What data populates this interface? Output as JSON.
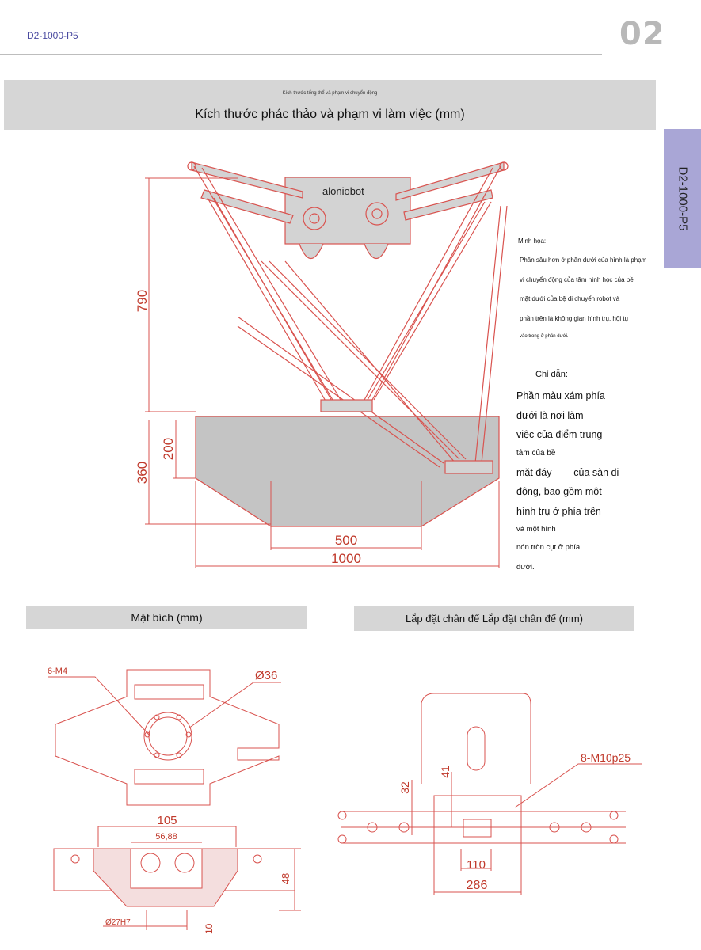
{
  "header": {
    "code": "D2-1000-P5",
    "page_number": "02"
  },
  "side_tab": {
    "label": "D2-1000-P5"
  },
  "main_section": {
    "small_title": "Kích thước tổng thể và phạm vi chuyển động",
    "title": "Kích thước phác thảo và phạm vi làm việc (mm)"
  },
  "robot_drawing": {
    "logo": "aloniobot",
    "dimensions": {
      "height_total": "790",
      "height_lower": "360",
      "height_cylinder": "200",
      "width_bottom": "500",
      "width_top": "1000"
    }
  },
  "illustration_note": {
    "label": "Minh họa:",
    "lines": [
      "Phần sâu hơn ở phần dưới của hình là phạm",
      "vi chuyển động của tâm hình học của bề",
      "mặt dưới của bệ di chuyển robot và",
      "phần trên là không gian hình trụ, hội tụ",
      "vào trong ở phần dưới."
    ]
  },
  "guide": {
    "label": "Chỉ dẫn:",
    "lines": [
      "Phần màu xám phía",
      "dưới là nơi làm",
      "việc của điểm trung",
      "tâm của bề",
      "mặt đáy        của sàn di",
      "động, bao gồm một",
      "hình trụ ở phía trên",
      "và một hình",
      "nón tròn cụt ở phía",
      "dưới."
    ]
  },
  "flange_section": {
    "title": "Mặt bích (mm)",
    "labels": {
      "holes": "6-M4",
      "diameter": "Ø36",
      "width": "105",
      "inner": "56,88",
      "height": "48",
      "bore": "Ø27H7",
      "bottom": "10"
    }
  },
  "base_section": {
    "title": "Lắp đặt chân đế Lắp đặt chân đế (mm)",
    "labels": {
      "bolts": "8-M10p25",
      "h1": "32",
      "h2": "41",
      "w1": "110",
      "w2": "286"
    }
  },
  "colors": {
    "accent_purple": "#a9a6d6",
    "band_gray": "#d6d6d6",
    "drawing_red": "#d9534f",
    "work_gray": "#c4c4c4"
  }
}
